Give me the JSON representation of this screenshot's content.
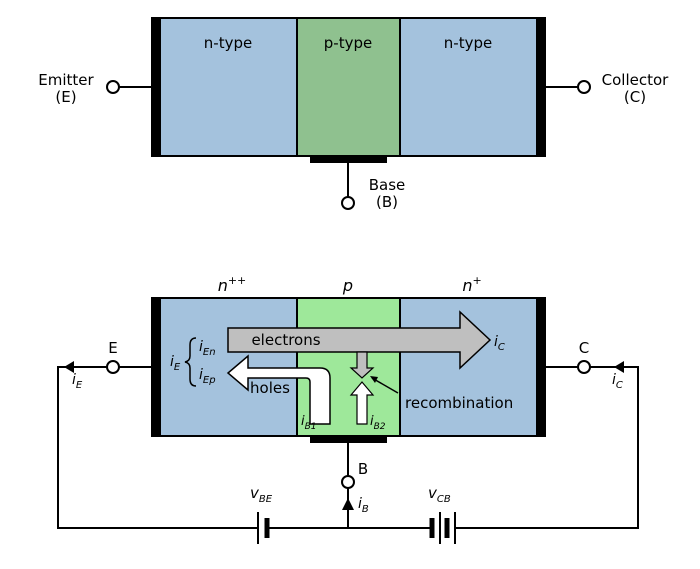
{
  "top": {
    "regions": [
      "n-type",
      "p-type",
      "n-type"
    ],
    "emitter": {
      "name": "Emitter",
      "symbol": "(E)"
    },
    "collector": {
      "name": "Collector",
      "symbol": "(C)"
    },
    "base": {
      "name": "Base",
      "symbol": "(B)"
    }
  },
  "bottom": {
    "doping": {
      "left": "n",
      "left_sup": "++",
      "middle": "p",
      "right": "n",
      "right_sup": "+"
    },
    "terminals": {
      "emitter": "E",
      "collector": "C",
      "base": "B"
    },
    "flow": {
      "electrons": "electrons",
      "holes": "holes",
      "recombination": "recombination"
    },
    "currents": {
      "iE": {
        "main": "i",
        "sub": "E"
      },
      "iEn": {
        "main": "i",
        "sub": "En"
      },
      "iEp": {
        "main": "i",
        "sub": "Ep"
      },
      "iC": {
        "main": "i",
        "sub": "C"
      },
      "iB": {
        "main": "i",
        "sub": "B"
      },
      "iB1": {
        "main": "i",
        "sub": "B1"
      },
      "iB2": {
        "main": "i",
        "sub": "B2"
      },
      "iE_out": {
        "main": "i",
        "sub": "E"
      },
      "iC_in": {
        "main": "i",
        "sub": "C"
      }
    },
    "voltages": {
      "vBE": {
        "main": "v",
        "sub": "BE"
      },
      "vCB": {
        "main": "v",
        "sub": "CB"
      }
    }
  },
  "colors": {
    "n_region_top": "#a4c2dd",
    "p_region_top": "#8fc18f",
    "n_region_bottom": "#a4c2dd",
    "p_region_bottom": "#9ee89a",
    "arrow_fill": "#bfbfbf"
  }
}
